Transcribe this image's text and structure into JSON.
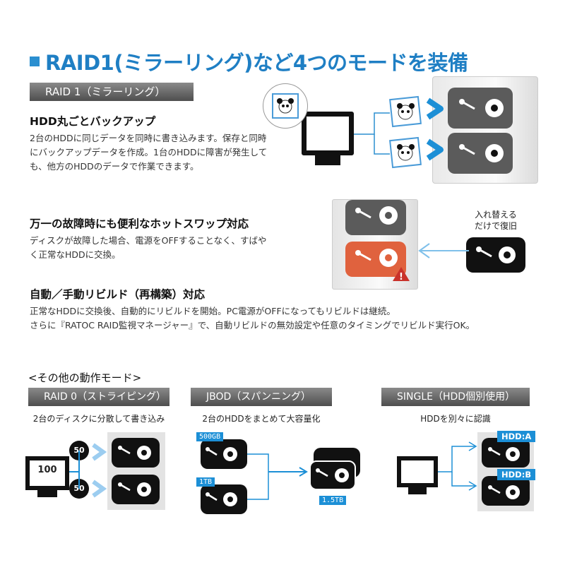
{
  "title": "RAID1(ミラーリング)など4つのモードを装備",
  "raid1_band": "RAID 1（ミラーリング）",
  "sections": [
    {
      "heading": "HDD丸ごとバックアップ",
      "body": "2台のHDDに同じデータを同時に書き込みます。保存と同時にバックアップデータを作成。1台のHDDに障害が発生しても、他方のHDDのデータで作業できます。"
    },
    {
      "heading": "万一の故障時にも便利なホットスワップ対応",
      "body": "ディスクが故障した場合、電源をOFFすることなく、すばやく正常なHDDに交換。"
    },
    {
      "heading": "自動／手動リビルド（再構築）対応",
      "body_line1": "正常なHDDに交換後、自動的にリビルドを開始。PC電源がOFFになってもリビルドは継続。",
      "body_line2": "さらに『RATOC RAID監視マネージャー』で、自動リビルドの無効設定や任意のタイミングでリビルド実行OK。"
    }
  ],
  "swap_caption": "入れ替える\nだけで復旧",
  "other_modes_heading": "<その他の動作モード>",
  "modes": [
    {
      "band": "RAID 0（ストライピング）",
      "caption": "2台のディスクに分散して書き込み"
    },
    {
      "band": "JBOD（スパンニング）",
      "caption": "2台のHDDをまとめて大容量化"
    },
    {
      "band": "SINGLE（HDD個別使用）",
      "caption": "HDDを別々に認識"
    }
  ],
  "raid0": {
    "total": "100",
    "split_a": "50",
    "split_b": "50"
  },
  "jbod": {
    "disk_a": "500GB",
    "disk_b": "1TB",
    "total": "1.5TB"
  },
  "single": {
    "disk_a": "HDD:A",
    "disk_b": "HDD:B"
  },
  "colors": {
    "accent": "#1f7fc4",
    "arrow": "#1c8fd6",
    "arrow_light": "#7fc0ea",
    "fault": "#e0623e"
  },
  "icons": [
    "monitor-icon",
    "panda-photo-icon",
    "hdd-icon",
    "warning-icon",
    "arrow-icon"
  ]
}
